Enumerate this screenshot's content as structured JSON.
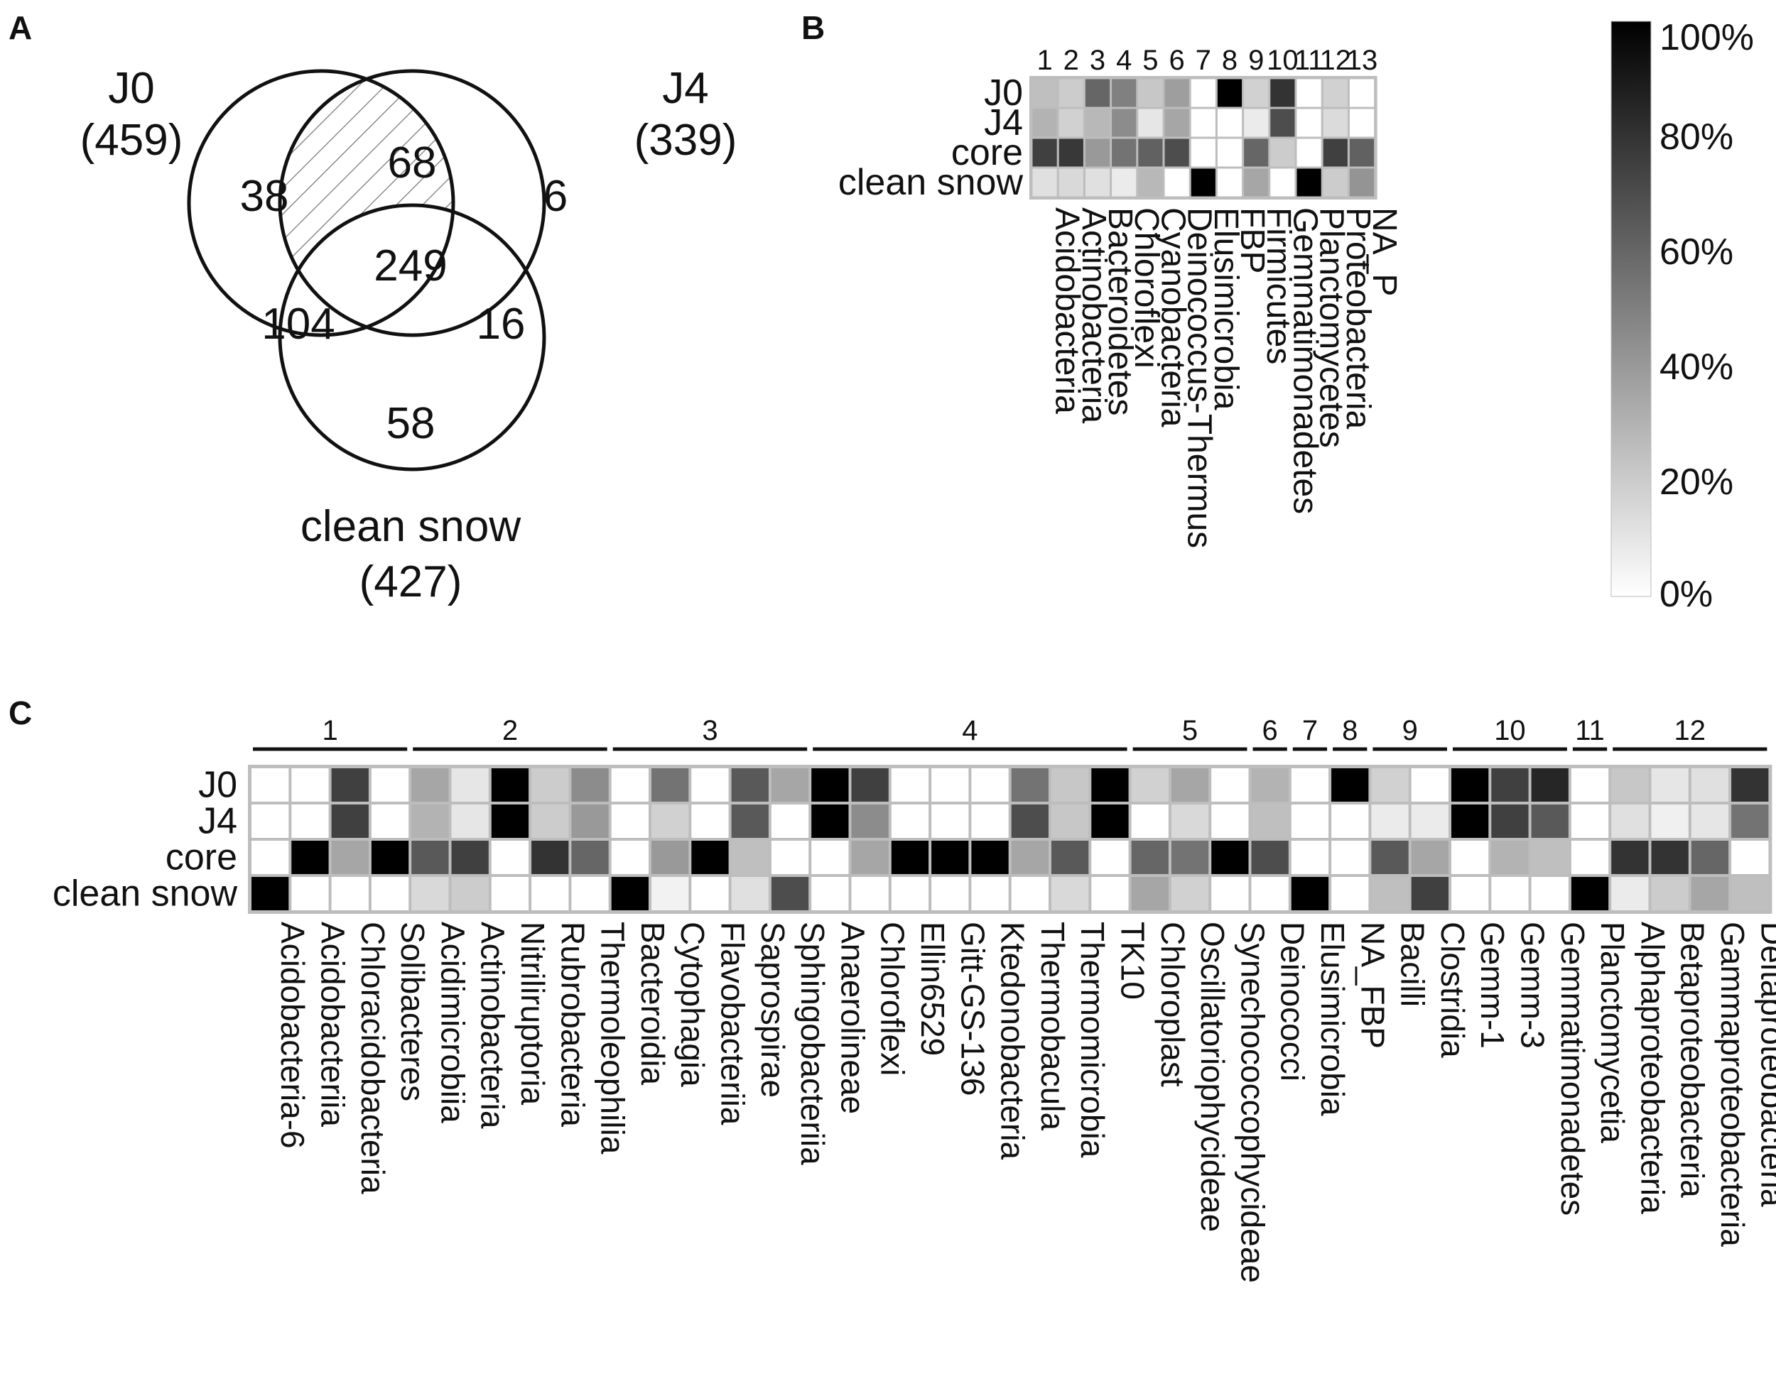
{
  "figure": {
    "panels": [
      "A",
      "B",
      "C"
    ]
  },
  "venn": {
    "sets": [
      {
        "name": "J0",
        "total": "(459)"
      },
      {
        "name": "J4",
        "total": "(339)"
      },
      {
        "name": "clean snow",
        "total": "(427)"
      }
    ],
    "regions": {
      "j0_only": "38",
      "j0_j4": "68",
      "j4_only": "6",
      "all": "249",
      "j0_snow": "104",
      "j4_snow": "16",
      "snow_only": "58"
    },
    "hatched_region": "j0_j4"
  },
  "chart_data": [
    {
      "type": "heatmap",
      "panel": "B",
      "rows": [
        "J0",
        "J4",
        "core",
        "clean snow"
      ],
      "column_numbers": [
        "1",
        "2",
        "3",
        "4",
        "5",
        "6",
        "7",
        "8",
        "9",
        "10",
        "11",
        "12",
        "13"
      ],
      "columns": [
        "Acidobacteria",
        "Actinobacteria",
        "Bacteroidetes",
        "Chloroflexi",
        "Cyanobacteria",
        "Deinococcus-Thermus",
        "Elusimicrobia",
        "FBP",
        "Firmicutes",
        "Gemmatimonadetes",
        "Planctomycetes",
        "Proteobacteria",
        "NA_P"
      ],
      "values": [
        [
          25,
          20,
          60,
          50,
          22,
          38,
          0,
          100,
          18,
          80,
          0,
          18,
          0
        ],
        [
          30,
          18,
          28,
          45,
          10,
          35,
          0,
          0,
          8,
          70,
          0,
          14,
          0
        ],
        [
          75,
          78,
          40,
          55,
          62,
          70,
          0,
          0,
          60,
          20,
          0,
          75,
          62
        ],
        [
          12,
          15,
          12,
          8,
          28,
          0,
          100,
          0,
          35,
          0,
          100,
          20,
          42
        ]
      ],
      "colorbar": {
        "min": 0,
        "max": 100,
        "ticks": [
          "0%",
          "20%",
          "40%",
          "60%",
          "80%",
          "100%"
        ],
        "low_color": "#ffffff",
        "high_color": "#000000"
      }
    },
    {
      "type": "heatmap",
      "panel": "C",
      "rows": [
        "J0",
        "J4",
        "core",
        "clean snow"
      ],
      "groups": [
        {
          "label": "1",
          "span": 4
        },
        {
          "label": "2",
          "span": 5
        },
        {
          "label": "3",
          "span": 5
        },
        {
          "label": "4",
          "span": 8
        },
        {
          "label": "5",
          "span": 3
        },
        {
          "label": "6",
          "span": 1
        },
        {
          "label": "7",
          "span": 1
        },
        {
          "label": "8",
          "span": 1
        },
        {
          "label": "9",
          "span": 2
        },
        {
          "label": "10",
          "span": 3
        },
        {
          "label": "11",
          "span": 1
        },
        {
          "label": "12",
          "span": 4
        }
      ],
      "columns": [
        "Acidobacteria-6",
        "Acidobacteriia",
        "Chloracidobacteria",
        "Solibacteres",
        "Acidimicrobiia",
        "Actinobacteria",
        "Nitriliruptoria",
        "Rubrobacteria",
        "Thermoleophilia",
        "Bacteroidia",
        "Cytophagia",
        "Flavobacteriia",
        "Saprospirae",
        "Sphingobacteriia",
        "Anaerolineae",
        "Chloroflexi",
        "Ellin6529",
        "Gitt-GS-136",
        "Ktedonobacteria",
        "Thermobacula",
        "Thermomicrobia",
        "TK10",
        "Chloroplast",
        "Oscillatoriophycideae",
        "Synechococcophycideae",
        "Deinococci",
        "Elusimicrobia",
        "NA_FBP",
        "Bacilli",
        "Clostridia",
        "Gemm-1",
        "Gemm-3",
        "Gemmatimonadetes",
        "Planctomycetia",
        "Alphaproteobacteria",
        "Betaproteobacteria",
        "Gammaproteobacteria",
        "Deltaproteobacteria"
      ],
      "values": [
        [
          0,
          0,
          75,
          0,
          35,
          10,
          100,
          20,
          45,
          0,
          55,
          0,
          65,
          35,
          100,
          75,
          0,
          0,
          0,
          55,
          22,
          100,
          18,
          35,
          0,
          30,
          0,
          100,
          18,
          0,
          100,
          75,
          85,
          0,
          22,
          10,
          12,
          80
        ],
        [
          0,
          0,
          75,
          0,
          30,
          10,
          100,
          20,
          40,
          0,
          18,
          0,
          65,
          0,
          100,
          45,
          0,
          0,
          0,
          70,
          22,
          100,
          0,
          15,
          0,
          25,
          0,
          0,
          8,
          8,
          100,
          75,
          65,
          0,
          12,
          6,
          10,
          55
        ],
        [
          0,
          100,
          35,
          100,
          65,
          75,
          0,
          80,
          60,
          0,
          40,
          100,
          25,
          0,
          0,
          35,
          100,
          100,
          100,
          35,
          65,
          0,
          60,
          55,
          100,
          70,
          0,
          0,
          65,
          35,
          0,
          30,
          25,
          0,
          80,
          80,
          60,
          0
        ],
        [
          100,
          0,
          0,
          0,
          15,
          20,
          0,
          0,
          0,
          100,
          5,
          0,
          12,
          70,
          0,
          0,
          0,
          0,
          0,
          0,
          15,
          0,
          35,
          18,
          0,
          0,
          100,
          0,
          25,
          75,
          0,
          0,
          0,
          100,
          8,
          20,
          35,
          25
        ]
      ]
    }
  ]
}
